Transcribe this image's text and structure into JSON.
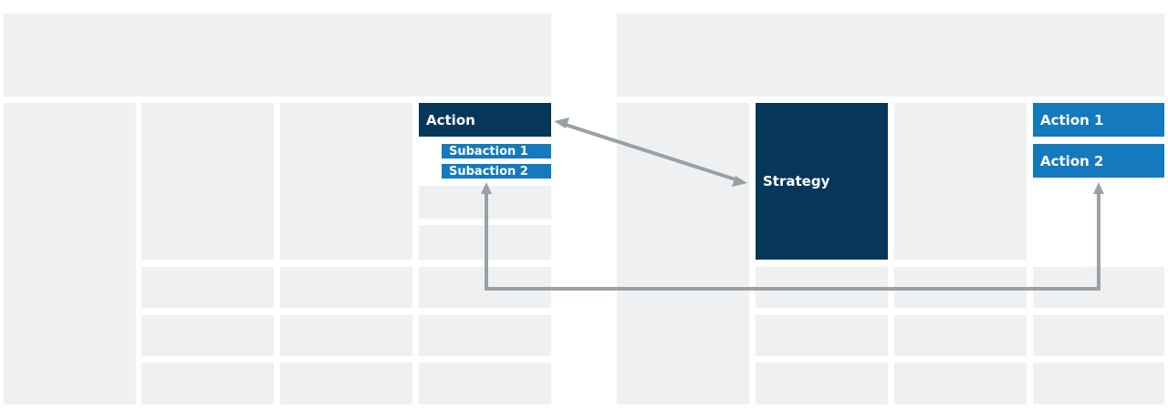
{
  "left_panel": {
    "action_label": "Action",
    "subactions": [
      "Subaction 1",
      "Subaction 2"
    ]
  },
  "right_panel": {
    "strategy_label": "Strategy",
    "actions": [
      "Action 1",
      "Action 2"
    ]
  },
  "colors": {
    "cell": "#eff0f2",
    "dark_box": "#06375a",
    "mid_box": "#1479bd",
    "arrow": "#9aa1a5"
  }
}
